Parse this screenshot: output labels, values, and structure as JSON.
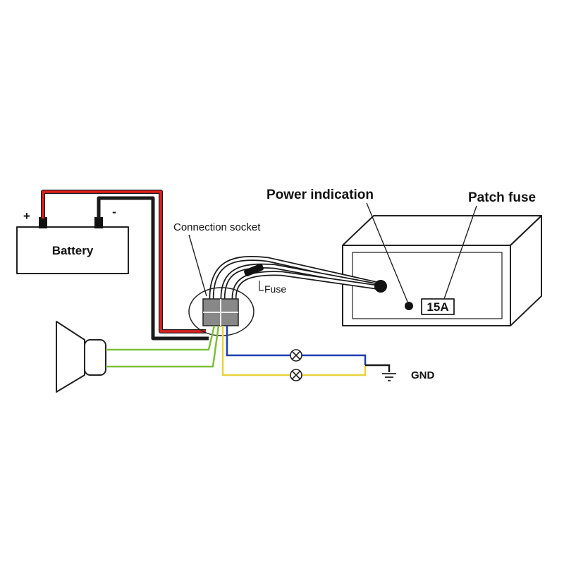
{
  "labels": {
    "battery": "Battery",
    "plus": "+",
    "minus": "-",
    "connection_socket": "Connection socket",
    "fuse": "Fuse",
    "power_indication": "Power indication",
    "patch_fuse": "Patch fuse",
    "fuse_rating": "15A",
    "gnd": "GND"
  },
  "colors": {
    "positive_wire": "#e02020",
    "negative_wire": "#1a1a1a",
    "speaker_wire": "#7cbf3a",
    "lamp_wire_blue": "#1f3fb0",
    "lamp_wire_yellow": "#e8d23a",
    "outline": "#222222"
  }
}
